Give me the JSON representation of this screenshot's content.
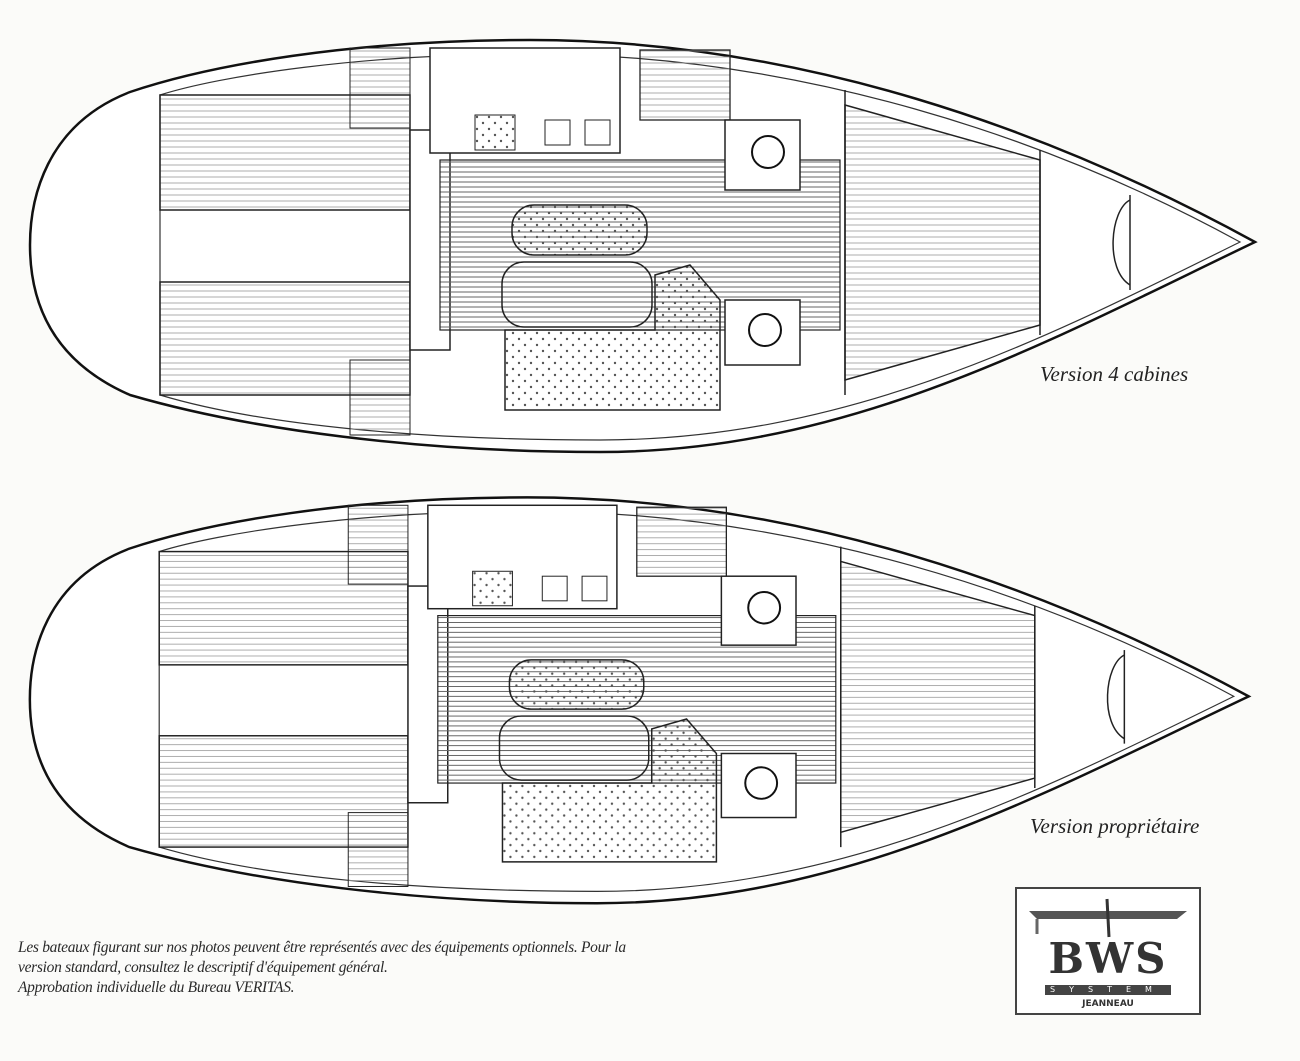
{
  "plans": [
    {
      "label": "Version 4 cabines"
    },
    {
      "label": "Version propriétaire"
    }
  ],
  "caption": {
    "line1": "Les bateaux figurant sur nos photos peuvent être représentés avec des équipements optionnels. Pour la",
    "line2": "version standard, consultez le descriptif d'équipement général.",
    "line3": "Approbation individuelle du Bureau VERITAS."
  },
  "logo": {
    "main": "BWS",
    "sub": "SYSTEM",
    "yard": "JEANNEAU"
  }
}
